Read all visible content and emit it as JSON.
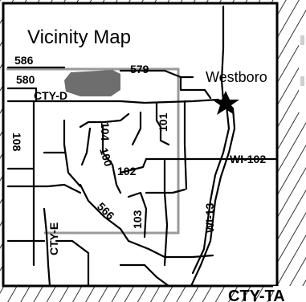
{
  "map": {
    "title": "Vicinity Map",
    "place_label": "Westboro",
    "corner_label": "CTY-TA",
    "road_labels": {
      "r586": "586",
      "r580": "580",
      "r579": "579",
      "cty_d": "CTY-D",
      "r108": "108",
      "r104": "104",
      "r100": "100",
      "r101": "101",
      "r102": "102",
      "wi102": "WI-102",
      "r566": "566",
      "r103": "103",
      "cty_e": "CTY-E",
      "wi13": "WI-13"
    },
    "colors": {
      "lake": "#6e6e6e",
      "boundary": "#9a9a9a",
      "roads": "#000000",
      "hatch": "#000000",
      "star": "#000000"
    }
  }
}
